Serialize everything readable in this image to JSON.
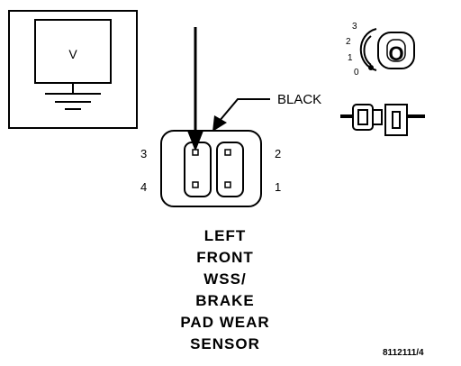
{
  "meter": {
    "label": "V"
  },
  "ignition_key": {
    "positions": [
      "3",
      "2",
      "1",
      "0"
    ],
    "key_label": "O"
  },
  "wire_color": "BLACK",
  "connector": {
    "pins": {
      "p1": "1",
      "p2": "2",
      "p3": "3",
      "p4": "4"
    }
  },
  "caption": {
    "lines": [
      "LEFT",
      "FRONT",
      "WSS/",
      "BRAKE",
      "PAD WEAR",
      "SENSOR"
    ]
  },
  "figure_id": "8112111/4"
}
